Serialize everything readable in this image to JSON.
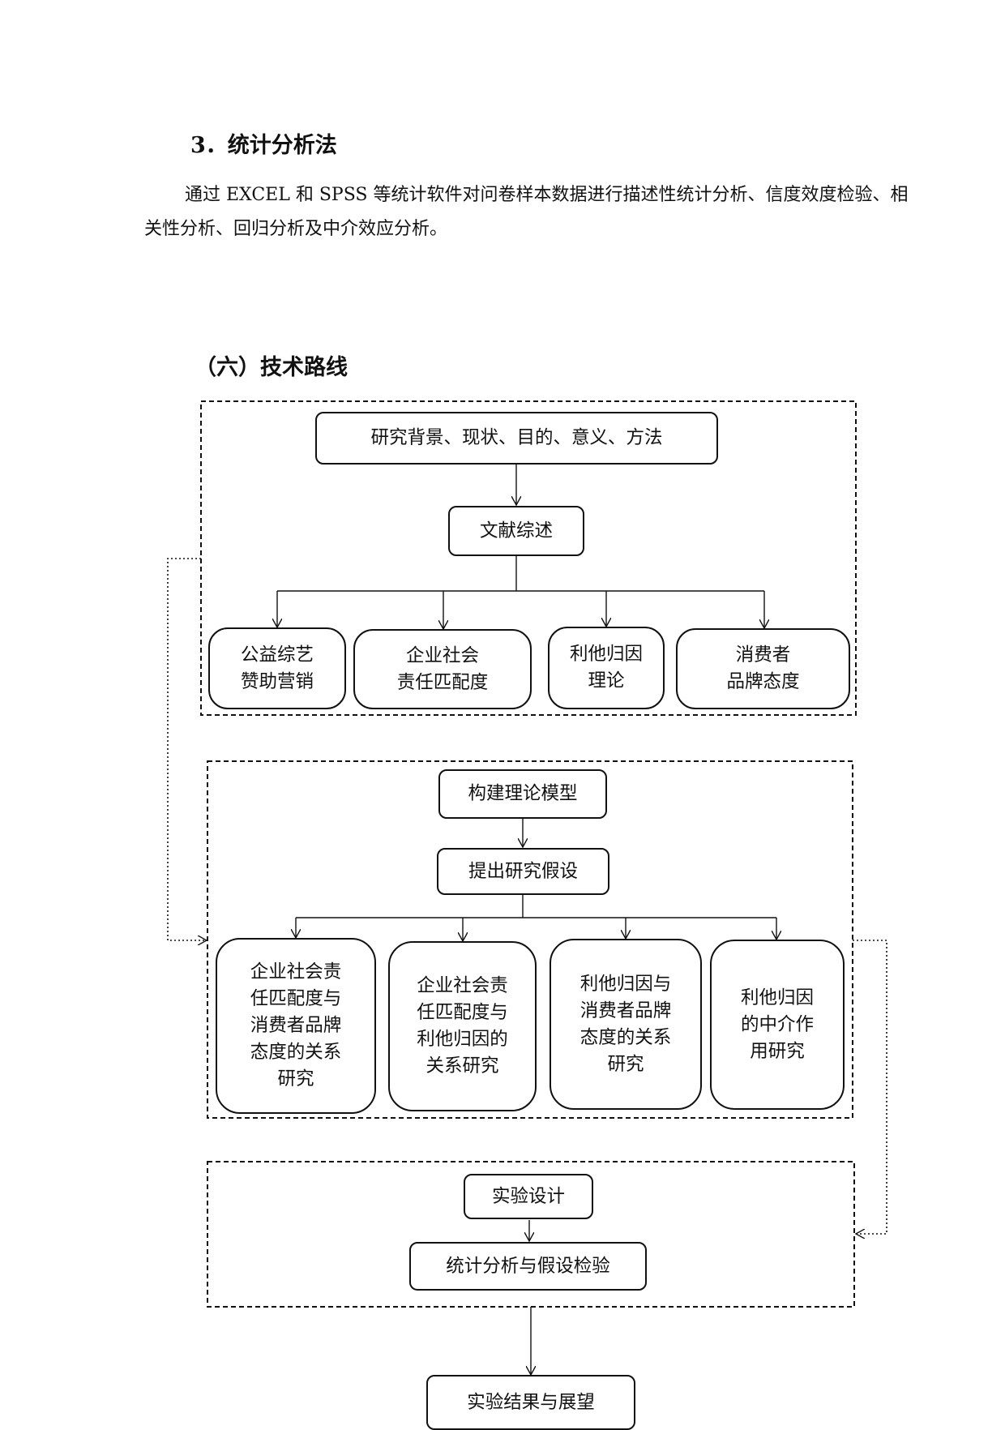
{
  "section_3": {
    "heading": "3．统计分析法",
    "paragraph": "通过 EXCEL 和 SPSS 等统计软件对问卷样本数据进行描述性统计分析、信度效度检验、相关性分析、回归分析及中介效应分析。"
  },
  "section_6": {
    "heading": "（六）技术路线"
  },
  "flowchart": {
    "stage1": {
      "top": "研究背景、现状、目的、意义、方法",
      "review": "文献综述",
      "topics": [
        "公益综艺\n赞助营销",
        "企业社会\n责任匹配度",
        "利他归因\n理论",
        "消费者\n品牌态度"
      ]
    },
    "stage2": {
      "model": "构建理论模型",
      "hypothesis": "提出研究假设",
      "studies": [
        "企业社会责\n任匹配度与\n消费者品牌\n态度的关系\n研究",
        "企业社会责\n任匹配度与\n利他归因的\n关系研究",
        "利他归因与\n消费者品牌\n态度的关系\n研究",
        "利他归因\n的中介作\n用研究"
      ]
    },
    "stage3": {
      "design": "实验设计",
      "analysis": "统计分析与假设检验"
    },
    "result": "实验结果与展望"
  }
}
